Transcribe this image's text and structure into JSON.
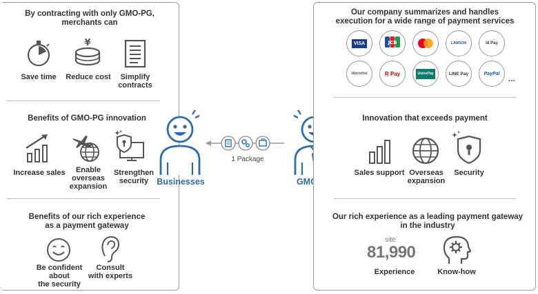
{
  "left": {
    "contract": {
      "title_l1": "By contracting with only GMO-PG,",
      "title_l2": "merchants can",
      "items": [
        {
          "label": "Save time",
          "icon": "stopwatch-icon"
        },
        {
          "label": "Reduce cost",
          "icon": "yen-coins-icon"
        },
        {
          "label_l1": "Simplify",
          "label_l2": "contracts",
          "icon": "document-icon"
        }
      ]
    },
    "innovation": {
      "title": "Benefits of GMO-PG innovation",
      "items": [
        {
          "label": "Increase sales",
          "icon": "bar-chart-up-icon"
        },
        {
          "label_l1": "Enable",
          "label_l2": "overseas",
          "label_l3": "expansion",
          "icon": "globe-plane-icon"
        },
        {
          "label_l1": "Strengthen",
          "label_l2": "security",
          "icon": "shield-monitor-icon"
        }
      ]
    },
    "experience": {
      "title_l1": "Benefits of our rich experience",
      "title_l2": "as a payment gateway",
      "items": [
        {
          "label_l1": "Be confident",
          "label_l2": "about",
          "label_l3": "the security",
          "icon": "smiley-icon"
        },
        {
          "label_l1": "Consult",
          "label_l2": "with experts",
          "icon": "ear-icon"
        }
      ]
    }
  },
  "center": {
    "businesses_label": "Businesses",
    "gmo_label": "GMO-PG",
    "package_label": "1 Package",
    "accent_color": "#2b6cb0"
  },
  "right": {
    "services": {
      "title_l1": "Our company summarizes and handles",
      "title_l2": "execution for a wide range of payment services",
      "logos": [
        "VISA",
        "JCB",
        "mastercard",
        "LAWSON",
        "ld Pay",
        "docomo",
        "R Pay",
        "UnionPay",
        "LINE Pay",
        "PayPal"
      ],
      "ellipsis": "..."
    },
    "innovation": {
      "title": "Innovation that exceeds payment",
      "items": [
        {
          "label": "Sales support",
          "icon": "bar-chart-icon"
        },
        {
          "label_l1": "Overseas",
          "label_l2": "expansion",
          "icon": "globe-icon"
        },
        {
          "label": "Security",
          "icon": "shield-lock-icon"
        }
      ]
    },
    "experience": {
      "title_l1": "Our rich experience as a leading payment gateway",
      "title_l2": "in the industry",
      "site_label": "site",
      "site_count": "81,990",
      "experience_label": "Experience",
      "knowhow_label": "Know-how",
      "knowhow_icon": "head-gear-icon"
    }
  }
}
